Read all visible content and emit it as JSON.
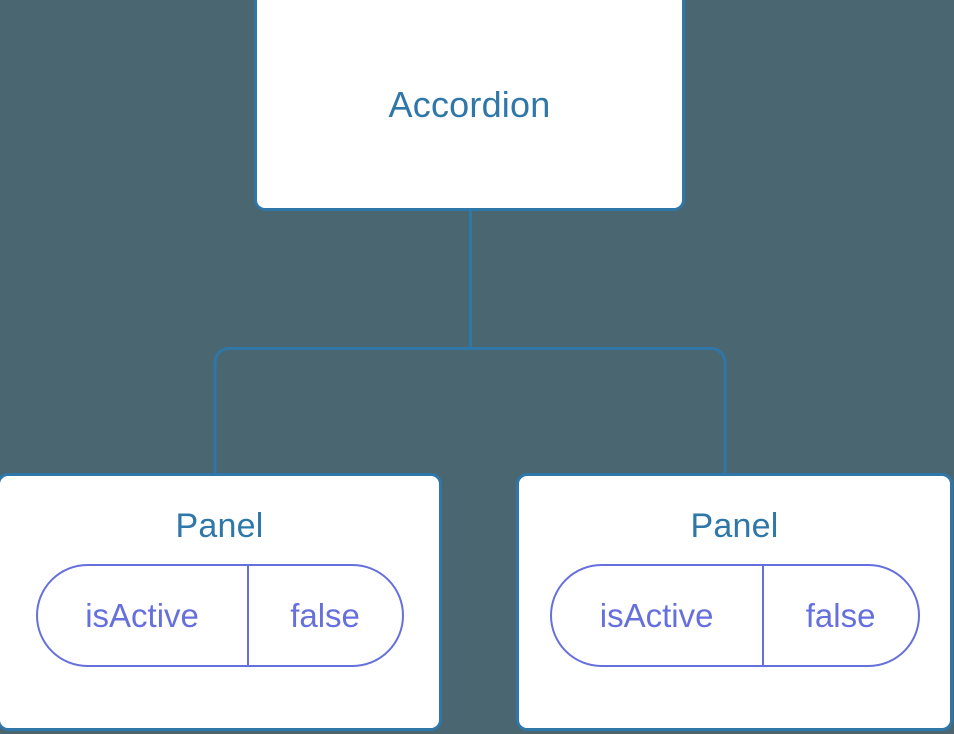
{
  "diagram": {
    "type": "component-tree",
    "background_color": "#4a6670",
    "node_border_color": "#2e77a8",
    "node_title_color": "#2e77a8",
    "pill_color": "#6670dd",
    "connector_color": "#2e77a8"
  },
  "root": {
    "title": "Accordion"
  },
  "children": [
    {
      "title": "Panel",
      "state": {
        "key": "isActive",
        "value": "false"
      }
    },
    {
      "title": "Panel",
      "state": {
        "key": "isActive",
        "value": "false"
      }
    }
  ]
}
